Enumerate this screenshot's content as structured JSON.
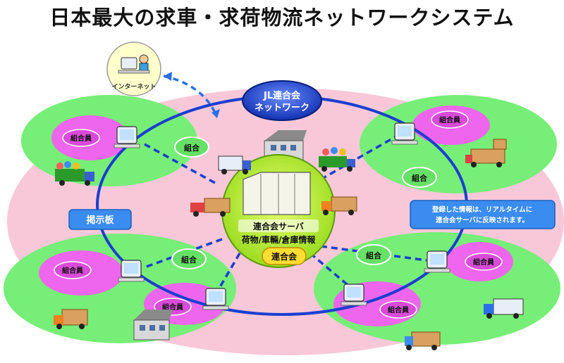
{
  "title": "日本最大の求車・求荷物流ネットワークシステム",
  "internet_label": "インターネット",
  "network_badge": [
    "JL連合会",
    "ネットワーク"
  ],
  "bulletin_board": "掲示板",
  "info_box": [
    "登録した情報は、リアルタイムに",
    "連合会サーバに反映されます。"
  ],
  "server_label": "連合会サーバ",
  "server_info": "荷物/車輛/倉庫情報",
  "federation_label": "連合会",
  "union_label": "組合",
  "member_label": "組合員",
  "colors": {
    "pink_background": "#f8c8d8",
    "green_region": "#77ee77",
    "magenta_member": "#ee66ee",
    "network_ring": "#1a3fd0",
    "title_text": "#111111"
  }
}
